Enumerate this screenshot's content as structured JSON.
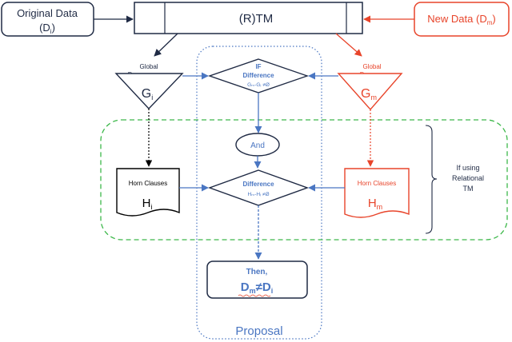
{
  "colors": {
    "dark": "#1f2a44",
    "red": "#e8442a",
    "blue": "#4a76c2",
    "green": "#3db84a",
    "black": "#000000"
  },
  "original_data": {
    "label": "Original Data",
    "symbol": "D",
    "sub": "i"
  },
  "new_data": {
    "label": "New Data",
    "symbol": "D",
    "sub": "m"
  },
  "tm": {
    "label": "(R)TM"
  },
  "global_left": {
    "label_line1": "Global",
    "label_line2": "Desc.",
    "symbol": "G",
    "sub": "i"
  },
  "global_right": {
    "label_line1": "Global",
    "label_line2": "Desc.",
    "symbol": "G",
    "sub": "m"
  },
  "if_diamond": {
    "line1": "IF",
    "line2": "Difference",
    "formula": "Gₘ-Gᵢ ≠Ø"
  },
  "and_node": {
    "label": "And"
  },
  "diff_diamond": {
    "line1": "Difference",
    "formula": "Hₘ-Hᵢ ≠Ø"
  },
  "horn_left": {
    "label": "Horn Clauses",
    "symbol": "H",
    "sub": "i"
  },
  "horn_right": {
    "label": "Horn Clauses",
    "symbol": "H",
    "sub": "m"
  },
  "if_using": {
    "line1": "If using",
    "line2": "Relational",
    "line3": "TM"
  },
  "then_box": {
    "line1": "Then,",
    "lhs": "D",
    "lhs_sub": "m",
    "neq": "≠",
    "rhs": "D",
    "rhs_sub": "i"
  },
  "proposal": {
    "label": "Proposal"
  }
}
